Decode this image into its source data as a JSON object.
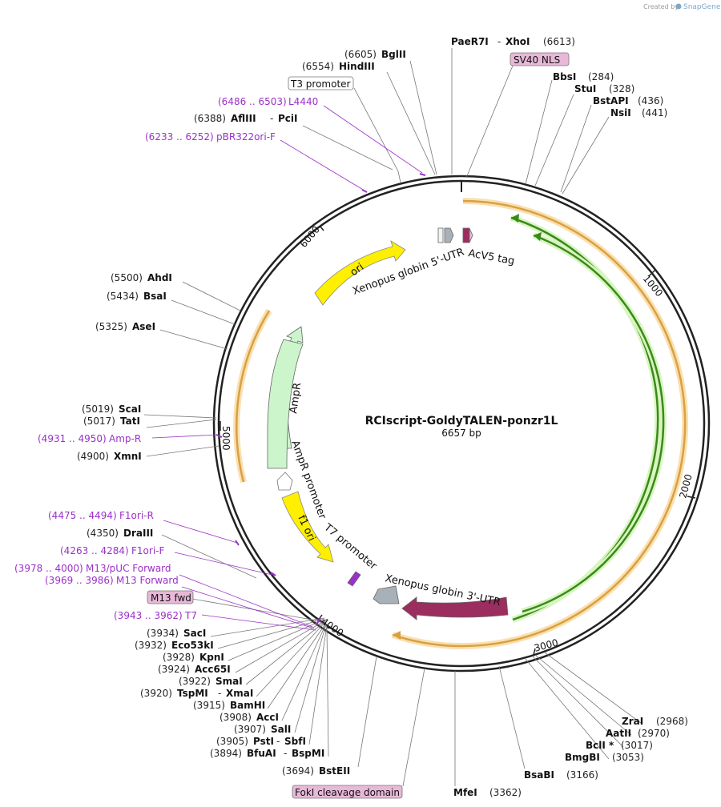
{
  "credit": {
    "created_by": "Created by",
    "brand": "SnapGene"
  },
  "plasmid": {
    "name": "RCIscript-GoldyTALEN-ponzr1L",
    "length": "6657 bp"
  },
  "ticks": [
    "1000",
    "2000",
    "3000",
    "4000",
    "5000",
    "6000"
  ],
  "enzymes_top": [
    {
      "pos": "(6605)",
      "name": "BglII"
    },
    {
      "pos": "(6554)",
      "name": "HindIII"
    },
    {
      "pos": "(6388)",
      "name": "AflIII",
      "alt": "PciI"
    },
    {
      "name": "PaeR7I",
      "alt": "XhoI",
      "pos": "(6613)"
    },
    {
      "name": "BbsI",
      "pos": "(284)"
    },
    {
      "name": "StuI",
      "pos": "(328)"
    },
    {
      "name": "BstAPI",
      "pos": "(436)"
    },
    {
      "name": "NsiI",
      "pos": "(441)"
    }
  ],
  "enzymes_left": [
    {
      "pos": "(5500)",
      "name": "AhdI"
    },
    {
      "pos": "(5434)",
      "name": "BsaI"
    },
    {
      "pos": "(5325)",
      "name": "AseI"
    },
    {
      "pos": "(5019)",
      "name": "ScaI"
    },
    {
      "pos": "(5017)",
      "name": "TatI"
    },
    {
      "pos": "(4900)",
      "name": "XmnI"
    },
    {
      "pos": "(4350)",
      "name": "DraIII"
    }
  ],
  "enzymes_bottom_left": [
    {
      "pos": "(3934)",
      "name": "SacI"
    },
    {
      "pos": "(3932)",
      "name": "Eco53kI"
    },
    {
      "pos": "(3928)",
      "name": "KpnI"
    },
    {
      "pos": "(3924)",
      "name": "Acc65I"
    },
    {
      "pos": "(3922)",
      "name": "SmaI"
    },
    {
      "pos": "(3920)",
      "name": "TspMI",
      "alt": "XmaI"
    },
    {
      "pos": "(3915)",
      "name": "BamHI"
    },
    {
      "pos": "(3908)",
      "name": "AccI"
    },
    {
      "pos": "(3907)",
      "name": "SalI"
    },
    {
      "pos": "(3905)",
      "name": "PstI",
      "alt": "SbfI"
    },
    {
      "pos": "(3894)",
      "name": "BfuAI",
      "alt": "BspMI"
    },
    {
      "pos": "(3694)",
      "name": "BstEII"
    }
  ],
  "enzymes_bottom_right": [
    {
      "name": "ZraI",
      "pos": "(2968)"
    },
    {
      "name": "AatII",
      "pos": "(2970)"
    },
    {
      "name": "BclI *",
      "pos": "(3017)"
    },
    {
      "name": "BmgBI",
      "pos": "(3053)"
    },
    {
      "name": "BsaBI",
      "pos": "(3166)"
    },
    {
      "name": "MfeI",
      "pos": "(3362)"
    }
  ],
  "primers": [
    {
      "range": "(6486 .. 6503)",
      "name": "L4440"
    },
    {
      "range": "(6233 .. 6252)",
      "name": "pBR322ori-F"
    },
    {
      "range": "(4931 .. 4950)",
      "name": "Amp-R"
    },
    {
      "range": "(4475 .. 4494)",
      "name": "F1ori-R"
    },
    {
      "range": "(4263 .. 4284)",
      "name": "F1ori-F"
    },
    {
      "range": "(3978 .. 4000)",
      "name": "M13/pUC Forward"
    },
    {
      "range": "(3969 .. 3986)",
      "name": "M13 Forward"
    },
    {
      "range": "(3943 .. 3962)",
      "name": "T7"
    }
  ],
  "boxed_features": {
    "t3_promoter": "T3 promoter",
    "sv40_nls": "SV40 NLS",
    "m13_fwd": "M13 fwd",
    "foki": "FokI cleavage domain"
  },
  "inner_features": {
    "ori": "ori",
    "xenopus5": "Xenopus globin 5'-UTR",
    "acv5": "AcV5 tag",
    "ampr": "AmpR",
    "ampr_promoter": "AmpR promoter",
    "f1_ori": "f1 ori",
    "t7_promoter": "T7 promoter",
    "xenopus3": "Xenopus globin 3'-UTR"
  },
  "colors": {
    "backbone": "#222222",
    "orange_feature": "#f0b050",
    "green_feature": "#3a8a1a",
    "yellow_feature": "#ffef00",
    "maroon_feature": "#9b2e5e",
    "gray_feature": "#a8b0b8",
    "light_green": "#ccf5cc",
    "primer_purple": "#9b30c8",
    "box_pink": "#e8b8d8"
  }
}
